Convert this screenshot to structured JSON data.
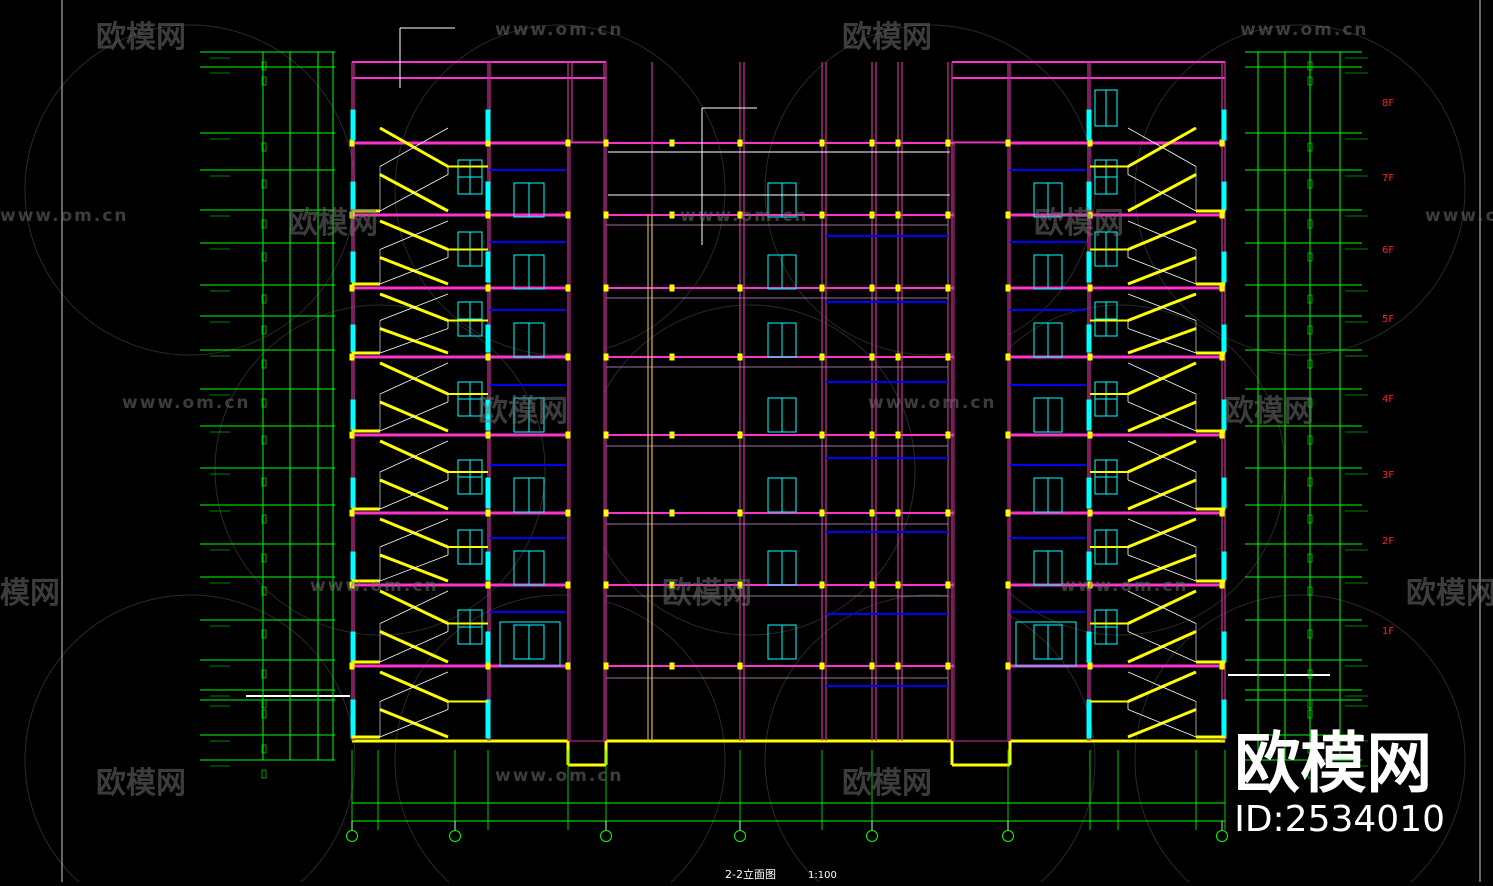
{
  "drawing": {
    "title": "2-2立面图",
    "scale": "1:100",
    "floor_labels": [
      "8F",
      "7F",
      "6F",
      "5F",
      "4F",
      "3F",
      "2F",
      "1F"
    ],
    "colors": {
      "background": "#000000",
      "slab": "#ff33cc",
      "column": "#cc3399",
      "stair": "#ffff00",
      "window": "#00ffff",
      "beam": "#0000ff",
      "dimension": "#00ff00",
      "gridline": "#ffffff"
    }
  },
  "watermark": {
    "url_text": "www.om.cn",
    "logo_text": "欧模网"
  },
  "brand": {
    "name": "欧模网",
    "id_text": "ID:2534010"
  }
}
